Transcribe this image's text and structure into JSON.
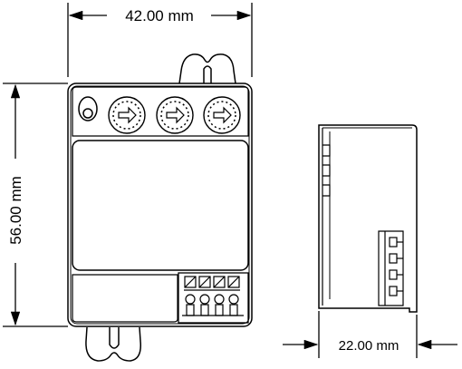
{
  "dimensions": {
    "width": "42.00 mm",
    "height": "56.00 mm",
    "depth": "22.00 mm"
  },
  "front_view": {
    "rotary_switch_count": 3,
    "terminal_count": 4
  },
  "side_view": {
    "terminal_count": 4
  }
}
